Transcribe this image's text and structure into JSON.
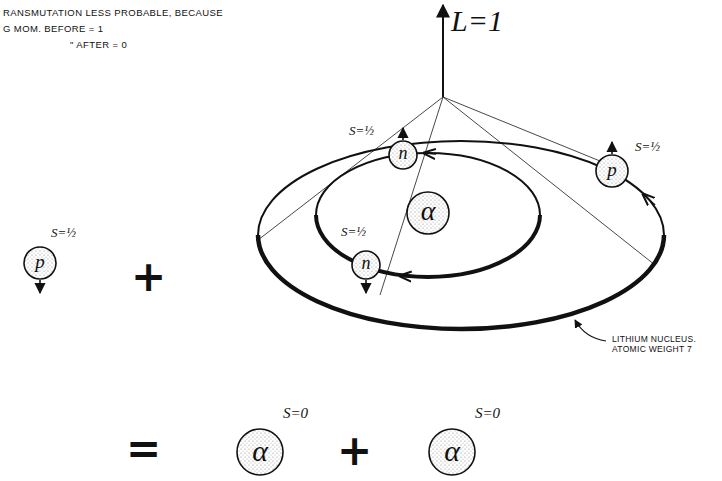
{
  "diagram": {
    "nodes": [
      {
        "text": [
          "p",
          "S=½"
        ]
      },
      {
        "text": [
          "LITHIUM NUCLEUS. ATOMIC WEIGHT 7"
        ]
      },
      {
        "text": [
          "p",
          "S=½"
        ],
        "in": 1
      },
      {
        "text": [
          "n",
          "S=½"
        ],
        "in": 1
      },
      {
        "text": [
          "α"
        ],
        "in": 1
      },
      {
        "text": [
          "n",
          "S=½"
        ],
        "in": 1
      },
      {
        "text": [
          "α",
          "S=0"
        ]
      },
      {
        "text": [
          "α",
          "S=0"
        ]
      }
    ],
    "labels": [
      "RANSMUTATION LESS PROBABLE, BECAUSE",
      "G MOM. BEFORE = 1",
      "\" AFTER = 0",
      "L=1",
      "+",
      "=",
      "+"
    ]
  }
}
